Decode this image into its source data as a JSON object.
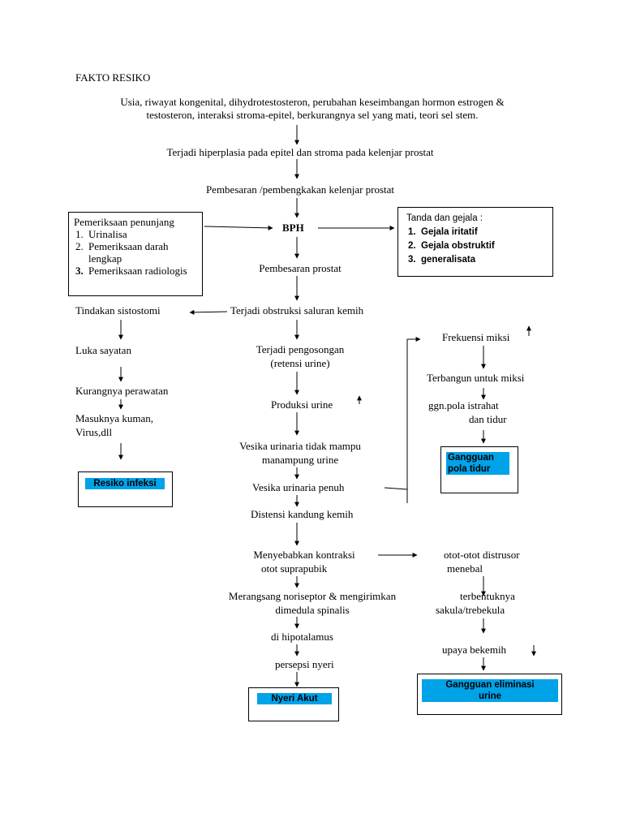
{
  "title": "FAKTO   RESIKO",
  "risk_factors": [
    "Usia,  riwayat  kongenital, dihydrotestosteron,    perubahan keseimbangan  hormon  estrogen  &",
    "testosteron,  interaksi stroma-epitel,  berkurangnya  sel yang mati,  teori sel stem."
  ],
  "main_flow": {
    "hyperplasia": "Terjadi  hiperplasia pada  epitel dan stroma pada  kelenjar  prostat",
    "enlargement_gland": "Pembesaran /pembengkakan  kelenjar  prostat",
    "bph": "BPH",
    "enlargement_prostate": "Pembesaran prostat",
    "obstruction": "Terjadi  obstruksi saluran kemih",
    "emptying": [
      "Terjadi pengosongan",
      "(retensi urine)"
    ],
    "urine_production": "Produksi  urine",
    "bladder_unable": [
      "Vesika  urinaria  tidak mampu",
      "manampung urine"
    ],
    "bladder_full": "Vesika  urinaria  penuh",
    "distension": "Distensi kandung kemih",
    "contraction": [
      "Menyebabkan kontraksi",
      "otot  suprapubik"
    ],
    "nociceptor": [
      "Merangsang noriseptor  &  mengirimkan",
      "dimedula spinalis"
    ],
    "hypothalamus": "di  hipotalamus",
    "pain_perception": "persepsi nyeri",
    "acute_pain": "Nyeri  Akut"
  },
  "supporting_exam": {
    "title": "Pemeriksaan penunjang",
    "items": [
      {
        "num": "1.",
        "text": "Urinalisa"
      },
      {
        "num": "2.",
        "text": "Pemeriksaan darah lengkap"
      },
      {
        "num": "3.",
        "text": "Pemeriksaan radiologis"
      }
    ]
  },
  "signs": {
    "title": "Tanda  dan gejala :",
    "items": [
      {
        "num": "1.",
        "text": "Gejala iritatif"
      },
      {
        "num": "2.",
        "text": "Gejala obstruktif"
      },
      {
        "num": "3.",
        "text": "generalisata"
      }
    ]
  },
  "left_branch": {
    "cystostomy": "Tindakan sistostomi",
    "incision": "Luka  sayatan",
    "lack_care": "Kurangnya perawatan",
    "germs": [
      "Masuknya kuman,",
      "Virus,dll"
    ],
    "infection_risk": "Resiko  infeksi"
  },
  "right_top_branch": {
    "frequency": "Frekuensi miksi",
    "wake": "Terbangun untuk miksi",
    "sleep_disturb": [
      "ggn.pola  istrahat",
      "dan tidur"
    ],
    "sleep_pattern": [
      "Gangguan",
      "pola tidur"
    ]
  },
  "right_bottom_branch": {
    "detrusor": [
      "otot-otot distrusor",
      "menebal"
    ],
    "sacculation": [
      "terbentuknya",
      "sakula/trebekula"
    ],
    "urge": "upaya  bekemih",
    "elimination": [
      "Gangguan  eliminasi",
      "urine"
    ]
  },
  "colors": {
    "highlight": "#00a2e8",
    "line": "#000000"
  }
}
